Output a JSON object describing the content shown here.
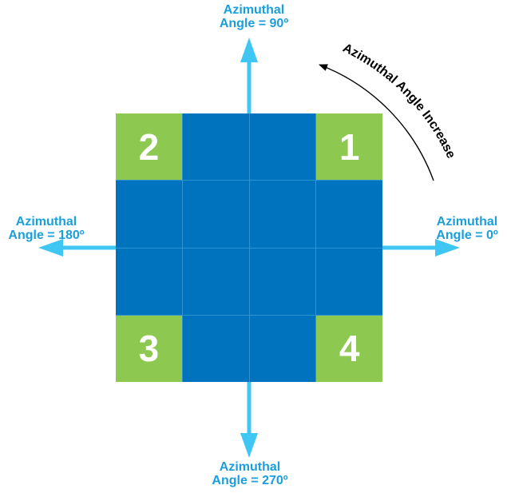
{
  "diagram": {
    "axis_labels": {
      "top": {
        "line1": "Azimuthal",
        "line2": "Angle = 90º"
      },
      "right": {
        "line1": "Azimuthal",
        "line2": "Angle = 0º"
      },
      "left": {
        "line1": "Azimuthal",
        "line2": "Angle = 180º"
      },
      "bottom": {
        "line1": "Azimuthal",
        "line2": "Angle = 270º"
      }
    },
    "rotation_annotation": "Azimuthal Angle Increase",
    "grid": {
      "rows": 4,
      "cols": 4,
      "corner_labels": {
        "top_left": "2",
        "top_right": "1",
        "bottom_left": "3",
        "bottom_right": "4"
      }
    },
    "colors": {
      "cell_blue": "#0073be",
      "corner_green": "#8dc850",
      "gridline_blue": "#2e93d0",
      "arrow_cyan": "#40c6f2",
      "label_text_cyan": "#1a9fdc",
      "annotation_black": "#000000"
    }
  }
}
